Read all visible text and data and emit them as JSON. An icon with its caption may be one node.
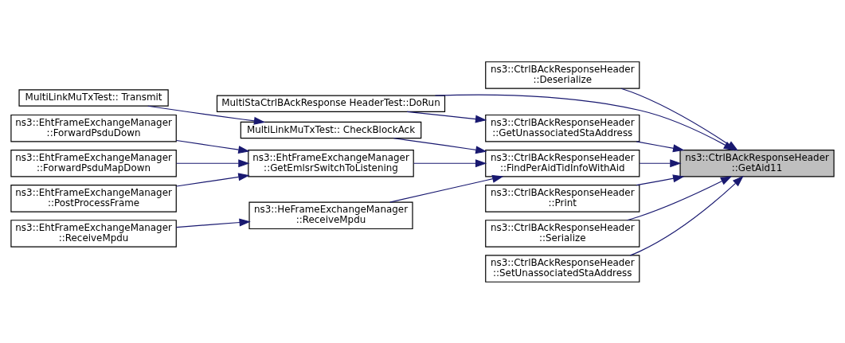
{
  "diagram": {
    "nodes": [
      {
        "text": [
          "ns3::CtrlBAckResponseHeader ::GetAid11"
        ]
      },
      {
        "text": [
          "ns3::CtrlBAckResponseHeader ::Deserialize"
        ]
      },
      {
        "text": [
          "MultiStaCtrlBAckResponse HeaderTest::DoRun"
        ]
      },
      {
        "text": [
          "ns3::CtrlBAckResponseHeader ::GetUnassociatedStaAddress"
        ]
      },
      {
        "text": [
          "ns3::CtrlBAckResponseHeader ::FindPerAidTidInfoWithAid"
        ]
      },
      {
        "text": [
          "ns3::CtrlBAckResponseHeader ::Print"
        ]
      },
      {
        "text": [
          "ns3::CtrlBAckResponseHeader ::Serialize"
        ]
      },
      {
        "text": [
          "ns3::CtrlBAckResponseHeader ::SetUnassociatedStaAddress"
        ]
      },
      {
        "text": [
          "MultiLinkMuTxTest:: Transmit"
        ]
      },
      {
        "text": [
          "MultiLinkMuTxTest:: CheckBlockAck"
        ]
      },
      {
        "text": [
          "ns3::EhtFrameExchangeManager ::GetEmlsrSwitchToListening"
        ]
      },
      {
        "text": [
          "ns3::EhtFrameExchangeManager ::ForwardPsduDown"
        ]
      },
      {
        "text": [
          "ns3::EhtFrameExchangeManager ::ForwardPsduMapDown"
        ]
      },
      {
        "text": [
          "ns3::EhtFrameExchangeManager ::PostProcessFrame"
        ]
      },
      {
        "text": [
          "ns3::HeFrameExchangeManager ::ReceiveMpdu"
        ]
      },
      {
        "text": [
          "ns3::EhtFrameExchangeManager ::ReceiveMpdu"
        ]
      }
    ],
    "edges": [
      {
        "from": 1,
        "to": 0,
        "arrow": "to"
      },
      {
        "from": 2,
        "to": 0,
        "arrow": "to"
      },
      {
        "from": 3,
        "to": 0,
        "arrow": "to"
      },
      {
        "from": 4,
        "to": 0,
        "arrow": "to"
      },
      {
        "from": 5,
        "to": 0,
        "arrow": "to"
      },
      {
        "from": 6,
        "to": 0,
        "arrow": "to"
      },
      {
        "from": 7,
        "to": 0,
        "arrow": "to"
      },
      {
        "from": 2,
        "to": 3,
        "arrow": "to"
      },
      {
        "from": 9,
        "to": 4,
        "arrow": "to"
      },
      {
        "from": 10,
        "to": 4,
        "arrow": "to"
      },
      {
        "from": 14,
        "to": 4,
        "arrow": "to"
      },
      {
        "from": 8,
        "to": 9,
        "arrow": "to"
      },
      {
        "from": 11,
        "to": 10,
        "arrow": "to"
      },
      {
        "from": 12,
        "to": 10,
        "arrow": "to"
      },
      {
        "from": 13,
        "to": 10,
        "arrow": "to"
      },
      {
        "from": 15,
        "to": 14,
        "arrow": "to"
      }
    ]
  }
}
